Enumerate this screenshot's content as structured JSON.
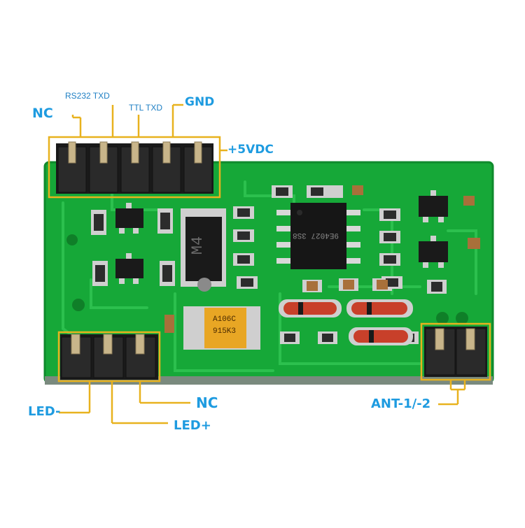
{
  "colors": {
    "board": "#16a838",
    "board_dark": "#0f8a2c",
    "trace": "#2cc04e",
    "silk": "#e8f3ea",
    "callout": "#e8b21e",
    "label": "#1e9be0"
  },
  "labels": {
    "top_nc": "NC",
    "rs232_txd": "RS232 TXD",
    "ttl_txd": "TTL TXD",
    "gnd": "GND",
    "vdc": "+5VDC",
    "led_minus": "LED-",
    "led_plus": "LED+",
    "bottom_nc": "NC",
    "ant": "ANT-1/-2"
  },
  "components": {
    "capacitor_line1": "A106C",
    "capacitor_line2": "915K3",
    "chip_marking": "9E4027 3S8",
    "diode_marking": "M4"
  }
}
